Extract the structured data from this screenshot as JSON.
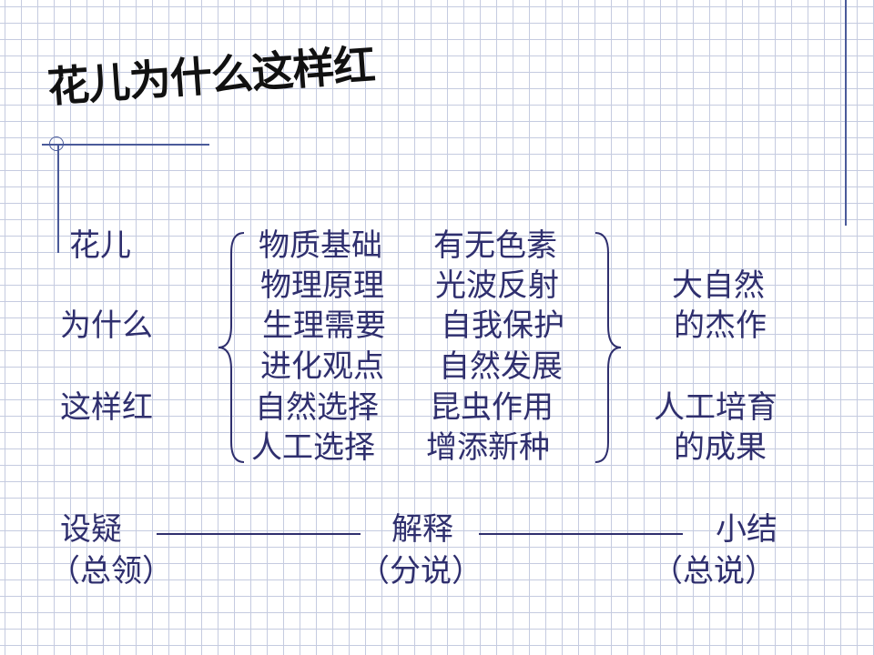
{
  "title": "花儿为什么这样红",
  "left_labels": [
    "花儿",
    "为什么",
    "这样红"
  ],
  "aspects": [
    "物质基础",
    "物理原理",
    "生理需要",
    "进化观点",
    "自然选择",
    "人工选择"
  ],
  "explanations": [
    "有无色素",
    "光波反射",
    "自我保护",
    "自然发展",
    "昆虫作用",
    "增添新种"
  ],
  "conclusions": [
    "大自然",
    "的杰作",
    "人工培育",
    "的成果"
  ],
  "footer": {
    "steps": [
      "设疑",
      "解释",
      "小结"
    ],
    "notes": [
      "（总领）",
      "（分说）",
      "（总说）"
    ],
    "connector": "————————"
  }
}
